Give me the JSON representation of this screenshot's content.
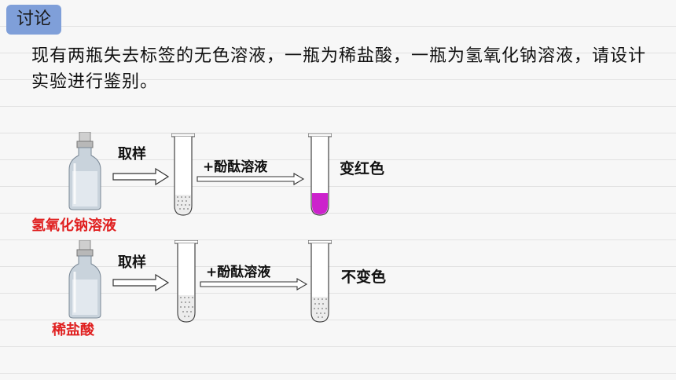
{
  "header": {
    "tag": "讨论"
  },
  "question": "现有两瓶失去标签的无色溶液，一瓶为稀盐酸，一瓶为氢氧化钠溶液，请设计实验进行鉴别。",
  "rows": [
    {
      "sample_name": "氢氧化钠溶液",
      "take_label": "取样",
      "reagent_label": "+酚酞溶液",
      "result_label": "变红色",
      "result_color": "#cc22cc"
    },
    {
      "sample_name": "稀盐酸",
      "take_label": "取样",
      "reagent_label": "+酚酞溶液",
      "result_label": "不变色",
      "result_color": "#ffffff"
    }
  ],
  "colors": {
    "tag_bg": "#7f9fd9",
    "sample_label": "#e02020",
    "pink": "#cc22cc"
  }
}
